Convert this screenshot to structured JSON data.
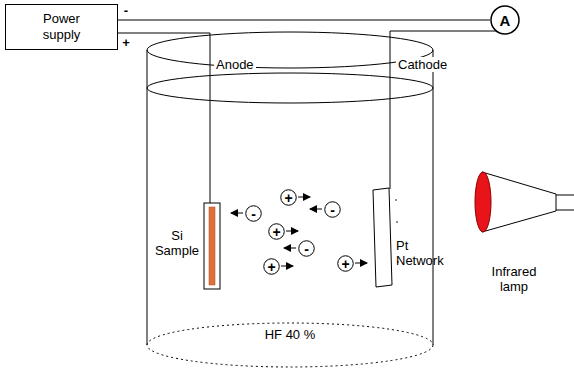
{
  "diagram": {
    "nodes": [
      {
        "text": [
          "Power supply"
        ]
      },
      {
        "text": [
          "A"
        ]
      },
      {
        "text": [
          "+"
        ]
      },
      {
        "text": [
          "-"
        ]
      },
      {
        "text": [
          "-"
        ]
      },
      {
        "text": [
          "+"
        ]
      },
      {
        "text": [
          "-"
        ]
      },
      {
        "text": [
          "+"
        ]
      },
      {
        "text": [
          "+"
        ]
      }
    ],
    "edges": [
      {
        "from": 0,
        "to": 1,
        "arrow": "none"
      }
    ],
    "labels": [
      "-",
      "+",
      "Anode",
      "Cathode",
      "Si Sample",
      "Pt Network",
      "Infrared lamp",
      "HF 40 %"
    ]
  }
}
